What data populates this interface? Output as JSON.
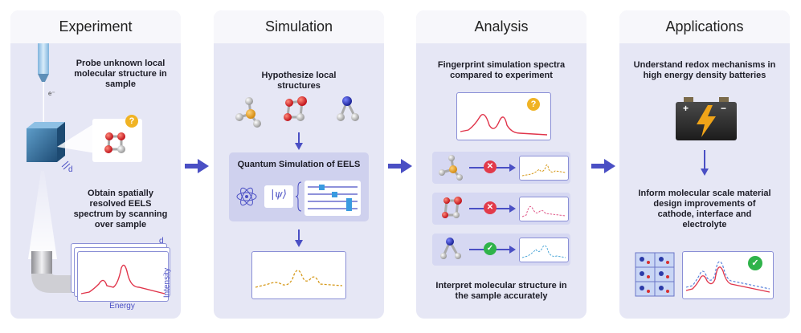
{
  "panels": {
    "experiment": {
      "title": "Experiment",
      "probe_text": "Probe unknown local molecular structure in sample",
      "electron_label": "e⁻",
      "d_label": "d",
      "scan_text": "Obtain spatially resolved EELS spectrum by scanning over sample",
      "intensity_label": "Intensity",
      "energy_label": "Energy",
      "unknown_badge": "?"
    },
    "simulation": {
      "title": "Simulation",
      "hypothesize_text": "Hypothesize local structures",
      "quantum_title": "Quantum Simulation of EELS",
      "psi_label": "|ψ⟩"
    },
    "analysis": {
      "title": "Analysis",
      "fingerprint_text": "Fingerprint simulation spectra compared to experiment",
      "unknown_badge": "?",
      "rows": [
        {
          "result": "mismatch",
          "mark": "✕"
        },
        {
          "result": "mismatch",
          "mark": "✕"
        },
        {
          "result": "match",
          "mark": "✓"
        }
      ],
      "interpret_text": "Interpret molecular structure in the sample accurately"
    },
    "applications": {
      "title": "Applications",
      "redox_text": "Understand redox mechanisms in high energy density batteries",
      "battery_plus": "+",
      "battery_minus": "−",
      "inform_text": "Inform molecular scale material design improvements of cathode, interface and electrolyte",
      "match_mark": "✓"
    }
  },
  "colors": {
    "panel_bg": "#e6e7f5",
    "header_bg": "#f7f7fb",
    "accent": "#4a4fc4",
    "spectrum_red": "#e0344a",
    "spectrum_orange": "#d69a1c",
    "spectrum_pink": "#e05a8a",
    "spectrum_blue": "#4fa8d8",
    "badge_yellow": "#f0b324",
    "mismatch_red": "#e23a4a",
    "match_green": "#2fb34a"
  }
}
